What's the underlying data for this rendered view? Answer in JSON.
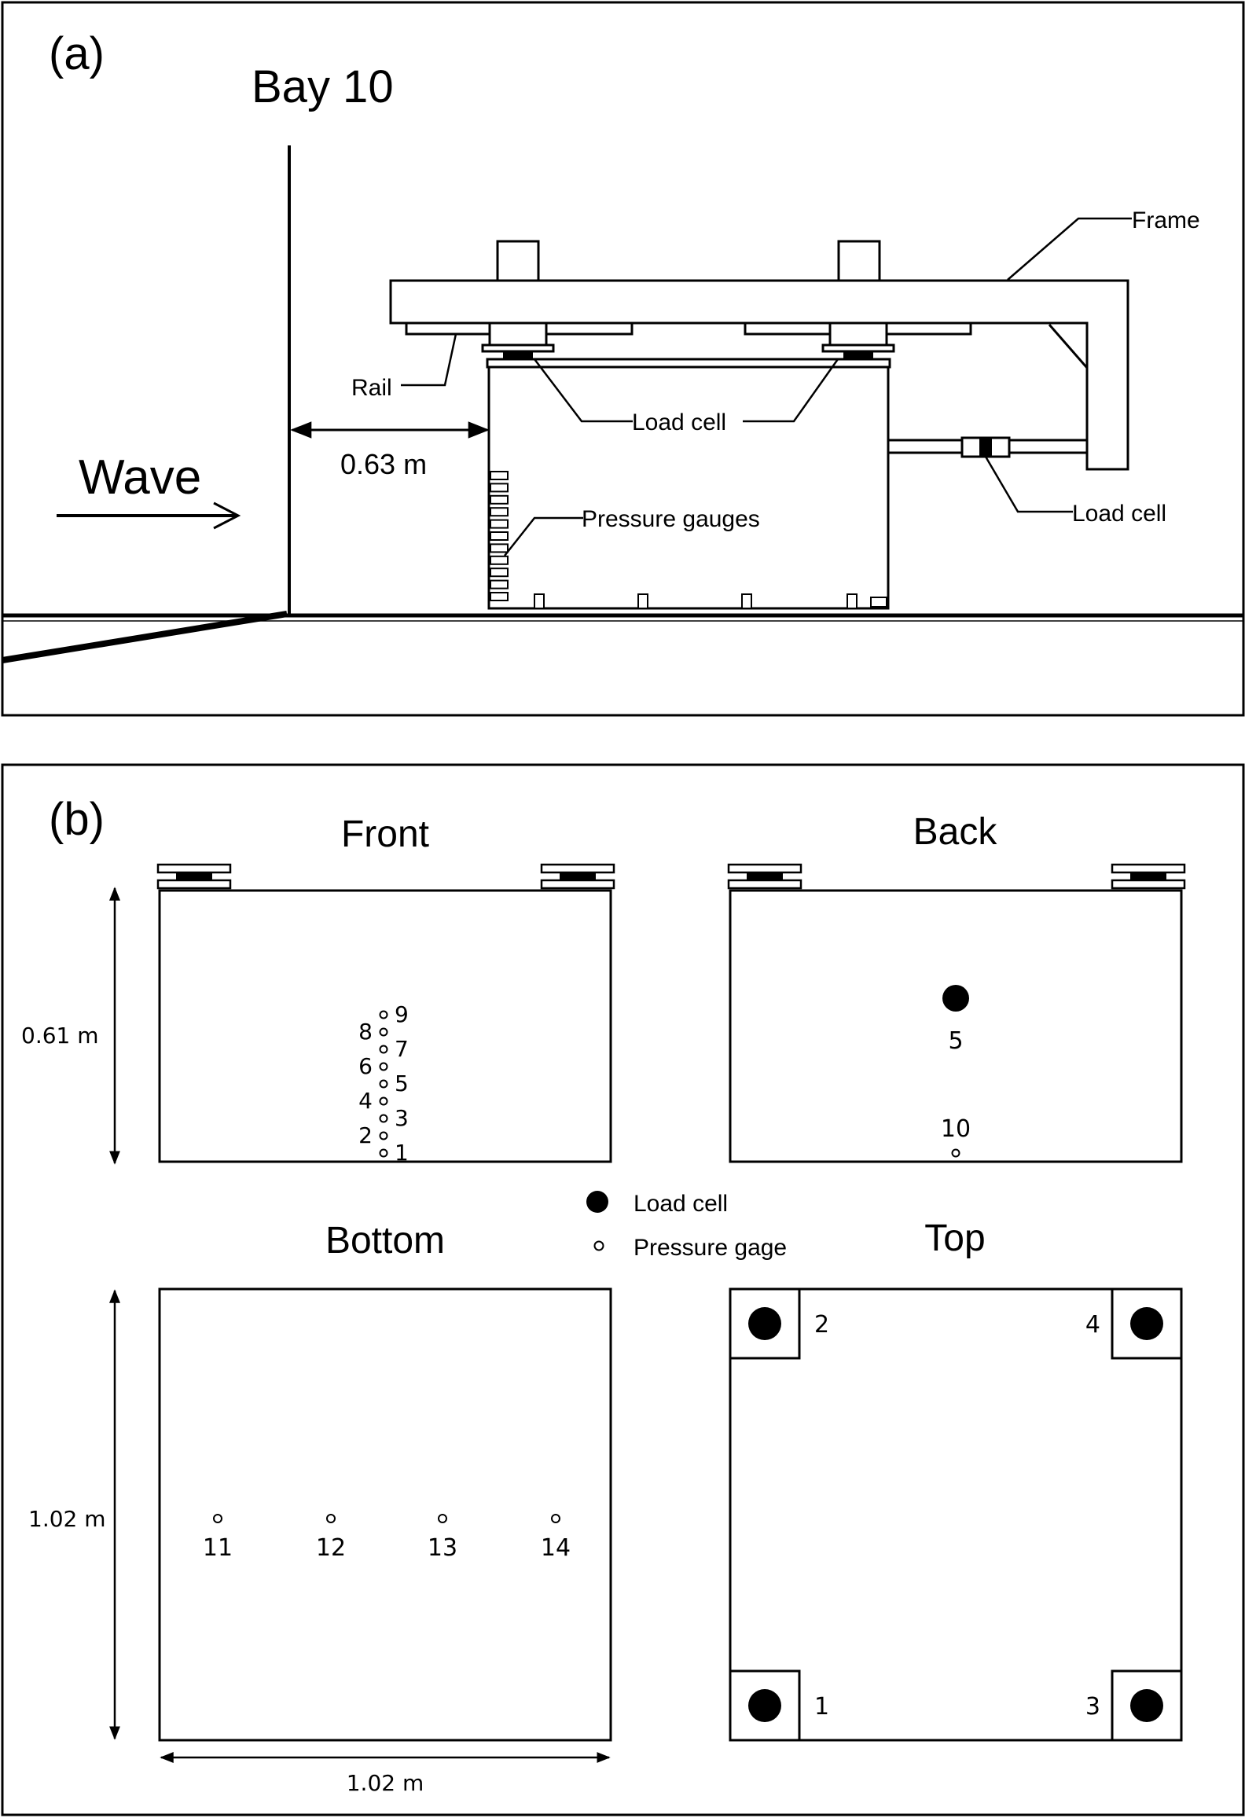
{
  "panel_a": {
    "label": "(a)",
    "title": "Bay 10",
    "wave_label": "Wave",
    "distance_label": "0.63 m",
    "callouts": {
      "frame": "Frame",
      "rail": "Rail",
      "load_cell_top": "Load cell",
      "load_cell_side": "Load cell",
      "pressure_gauges": "Pressure gauges"
    }
  },
  "panel_b": {
    "label": "(b)",
    "views": {
      "front": "Front",
      "back": "Back",
      "bottom": "Bottom",
      "top": "Top"
    },
    "dimensions": {
      "front_height": "0.61 m",
      "bottom_height": "1.02 m",
      "bottom_width": "1.02 m"
    },
    "legend": {
      "load_cell": "Load cell",
      "pressure_gage": "Pressure gage"
    },
    "front_gauges": [
      "1",
      "2",
      "3",
      "4",
      "5",
      "6",
      "7",
      "8",
      "9"
    ],
    "back_load_cell": "5",
    "back_gauge": "10",
    "bottom_gauges": [
      "11",
      "12",
      "13",
      "14"
    ],
    "top_load_cells": [
      "1",
      "2",
      "3",
      "4"
    ]
  },
  "colors": {
    "line": "#000000",
    "background": "#ffffff"
  }
}
